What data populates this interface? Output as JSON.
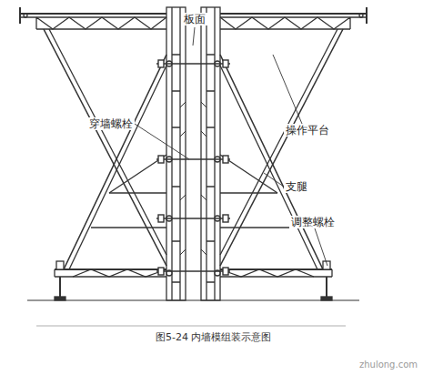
{
  "diagram": {
    "caption": "图5-24 内墙模组装示意图",
    "labels": [
      "板面",
      "穿墙螺栓",
      "操作平台",
      "支腿",
      "调整螺栓",
      "zhulong.com"
    ]
  }
}
